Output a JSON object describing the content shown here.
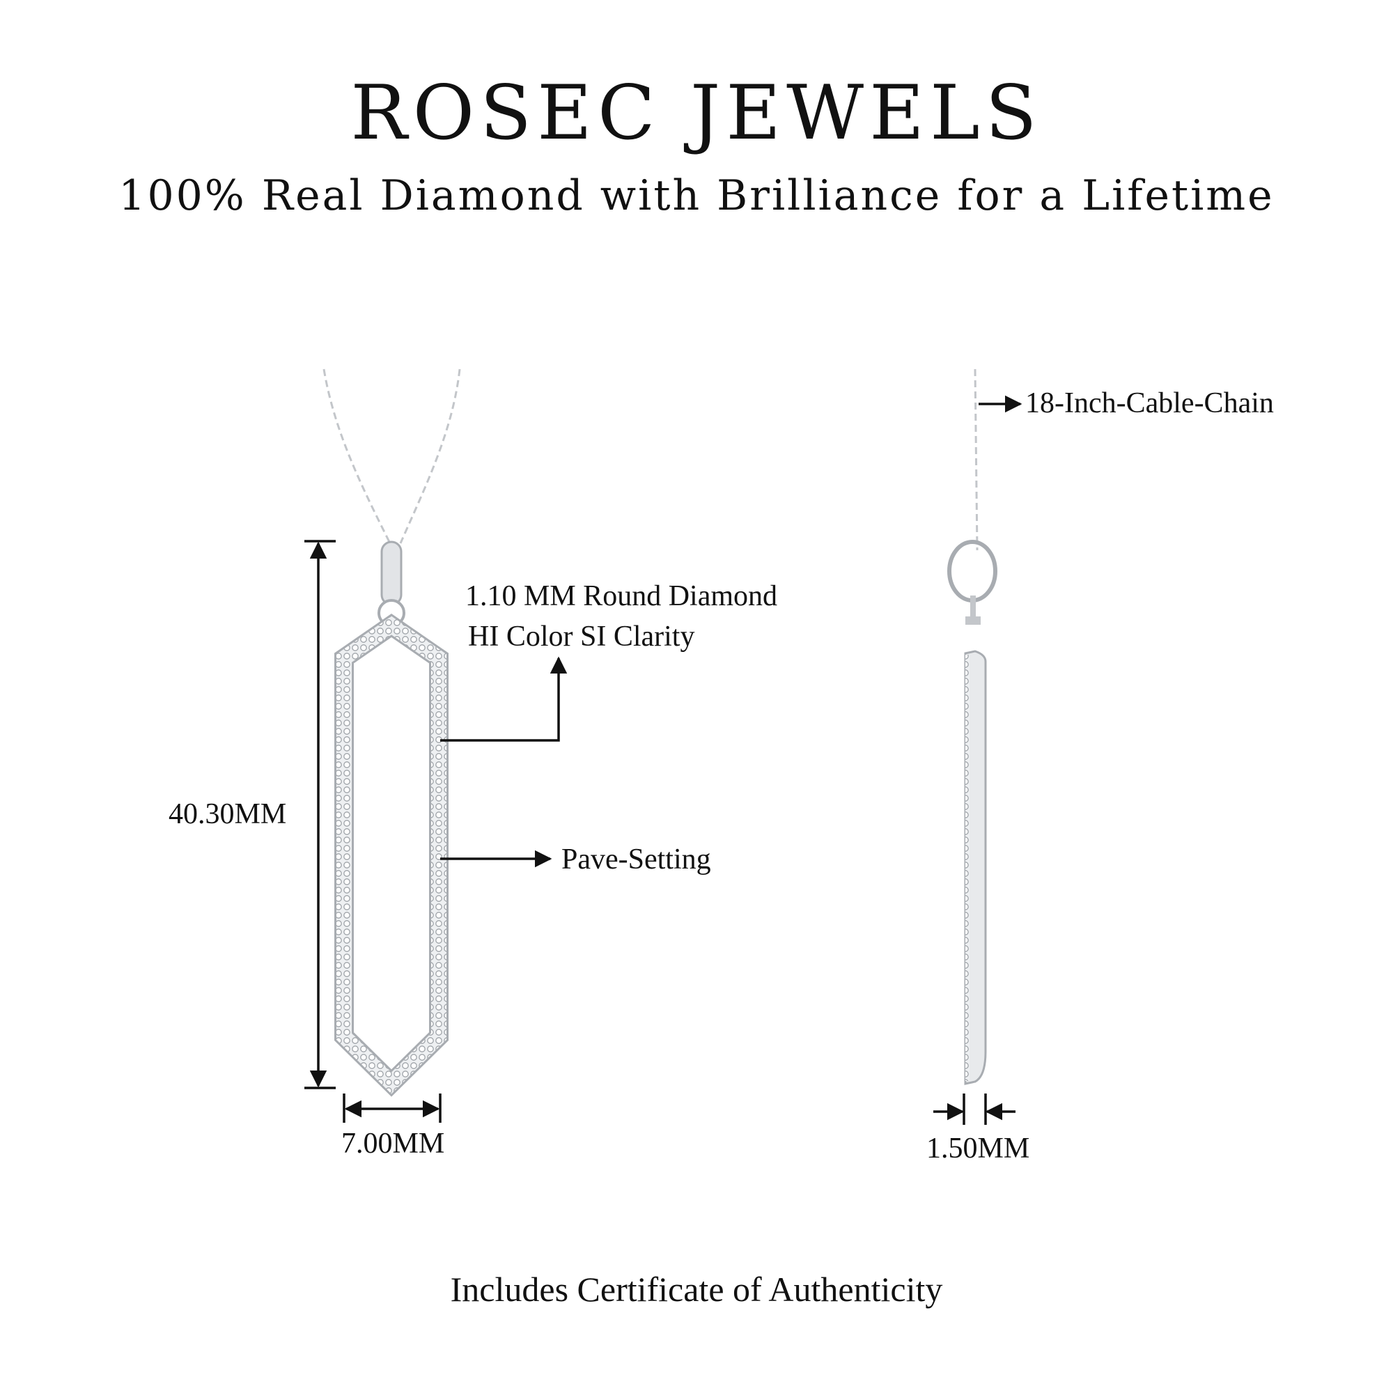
{
  "header": {
    "brand": "ROSEC JEWELS",
    "tagline": "100% Real Diamond with Brilliance for a Lifetime"
  },
  "front_view": {
    "length_label": "40.30MM",
    "width_label": "7.00MM",
    "diamond_label_line1": "1.10 MM Round Diamond",
    "diamond_label_line2": "HI Color SI Clarity",
    "setting_label": "Pave-Setting"
  },
  "side_view": {
    "chain_label": "18-Inch-Cable-Chain",
    "thickness_label": "1.50MM"
  },
  "footer": {
    "certificate": "Includes Certificate of Authenticity"
  },
  "colors": {
    "metal": "#d9dbde",
    "metal_dark": "#a8acb1",
    "text": "#111111"
  }
}
